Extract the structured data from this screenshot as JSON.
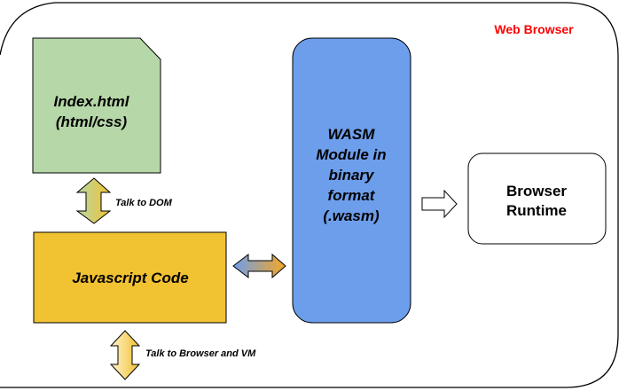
{
  "diagram": {
    "container": {
      "label": "Web Browser",
      "label_color": "#ff0000"
    },
    "nodes": {
      "index_html": {
        "lines": [
          "Index.html",
          "(html/css)"
        ],
        "fill": "#b6d7a8",
        "shape": "document-folded-corner"
      },
      "javascript": {
        "lines": [
          "Javascript Code"
        ],
        "fill": "#f1c232",
        "shape": "rectangle"
      },
      "wasm_module": {
        "lines": [
          "WASM",
          "Module in",
          "binary",
          "format",
          "(.wasm)"
        ],
        "fill": "#6d9eeb",
        "shape": "rounded-rectangle"
      },
      "browser_runtime": {
        "lines": [
          "Browser",
          "Runtime"
        ],
        "fill": "#ffffff",
        "shape": "rounded-rectangle"
      }
    },
    "edges": [
      {
        "id": "index-js",
        "from": "index_html",
        "to": "javascript",
        "direction": "bidirectional",
        "label": "Talk to DOM",
        "gradient": [
          "#b6d7a8",
          "#f1c232"
        ]
      },
      {
        "id": "js-wasm",
        "from": "javascript",
        "to": "wasm_module",
        "direction": "bidirectional",
        "label": "",
        "gradient": [
          "#6d9eeb",
          "#f6a623"
        ]
      },
      {
        "id": "wasm-runtime",
        "from": "wasm_module",
        "to": "browser_runtime",
        "direction": "forward",
        "label": "",
        "gradient": [
          "#ffffff",
          "#ffffff"
        ]
      },
      {
        "id": "js-browser",
        "from": "javascript",
        "to": "external",
        "direction": "bidirectional",
        "label": "Talk to Browser and VM",
        "gradient": [
          "#fff2cc",
          "#f1c232"
        ]
      }
    ]
  }
}
